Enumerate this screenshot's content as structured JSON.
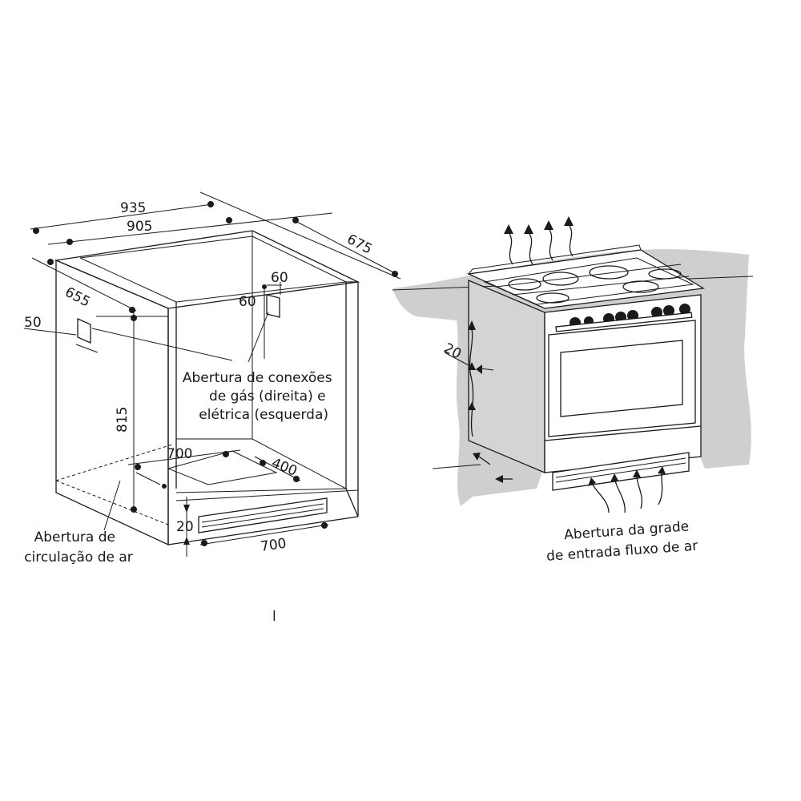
{
  "cabinet": {
    "dims": {
      "width_outer": "935",
      "width_inner": "905",
      "depth": "675",
      "depth_inner": "655",
      "side_offset": "50",
      "hole_w": "60",
      "hole_h": "60",
      "height": "815",
      "floor_width": "700",
      "floor_depth": "400",
      "plinth_height": "20",
      "plinth_width": "700"
    },
    "label_gas": [
      "Abertura de conexões",
      "de gás (direita) e",
      "elétrica (esquerda)"
    ],
    "label_air": [
      "Abertura de",
      "circulação de ar"
    ]
  },
  "stove": {
    "dims": {
      "gap": "20"
    },
    "label_grill": [
      "Abertura da grade",
      "de entrada fluxo de ar"
    ]
  },
  "footnote": "l",
  "colors": {
    "line": "#1a1a1a",
    "wall": "#cfcfcf",
    "stove_side": "#d4d4d4"
  }
}
